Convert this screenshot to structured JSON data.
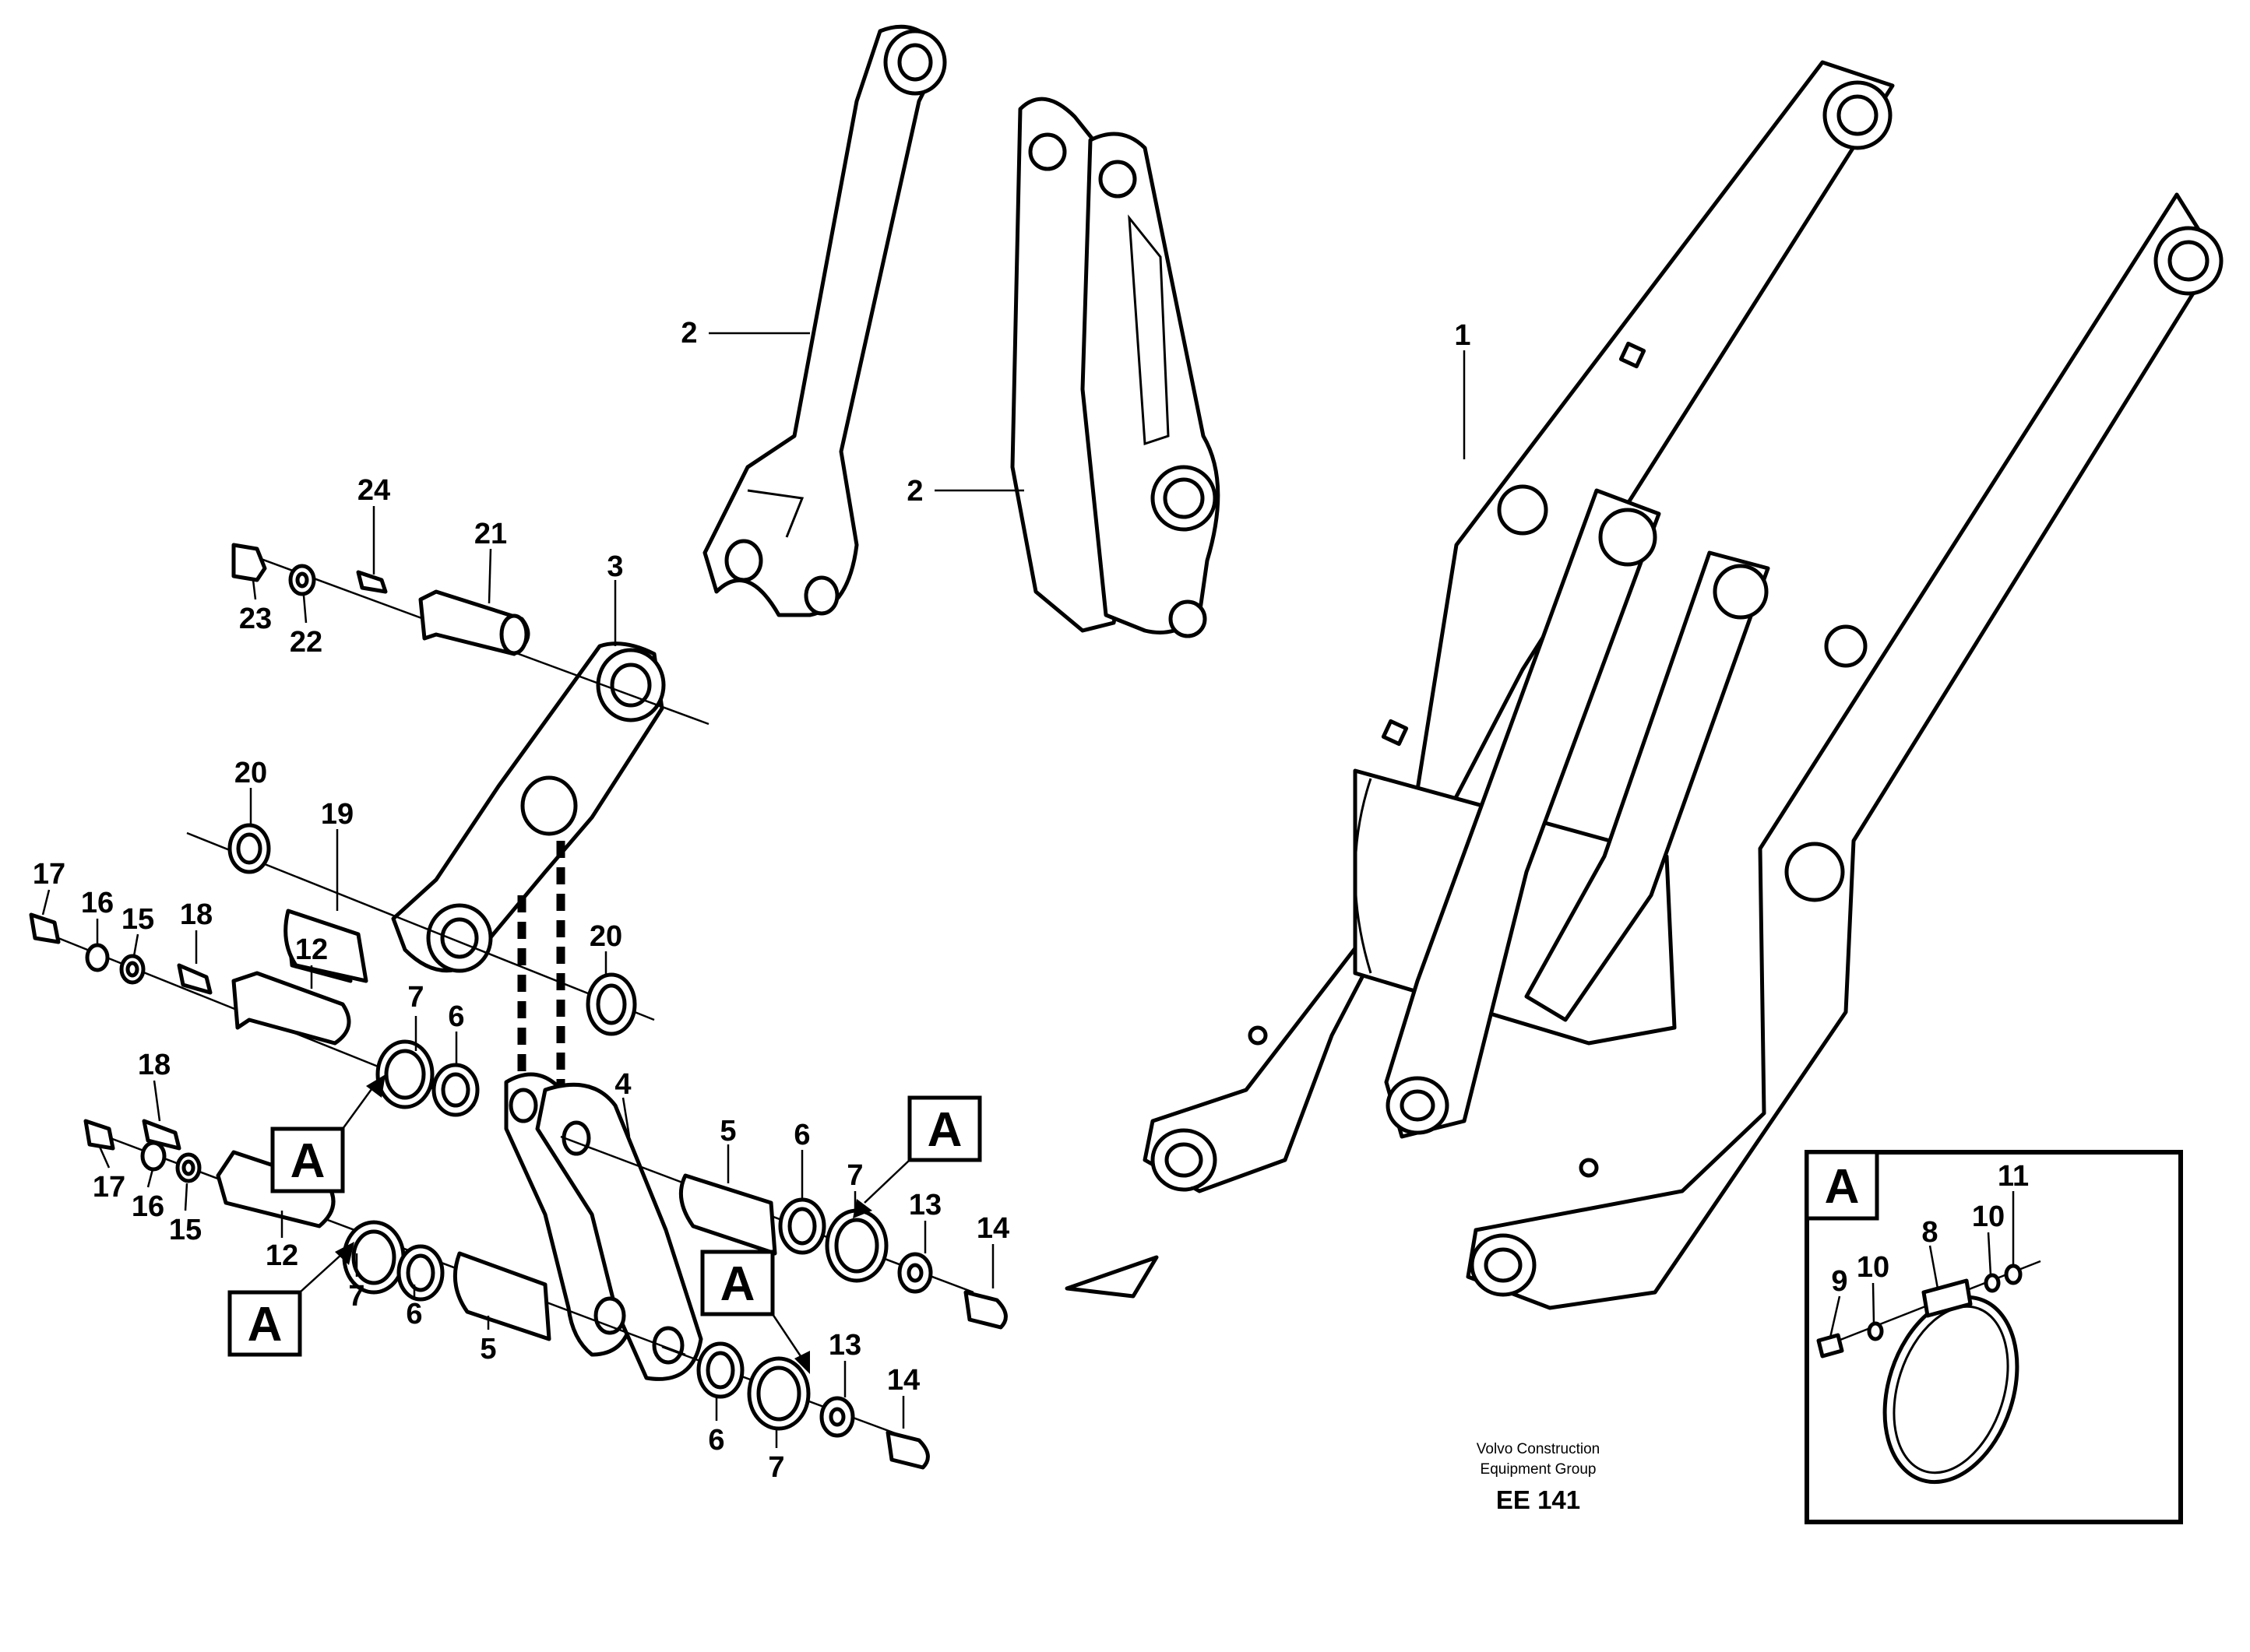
{
  "credit": {
    "line1": "Volvo Construction",
    "line2": "Equipment Group",
    "code": "EE 141"
  },
  "detail_box_label": "A",
  "callout_letter": "A",
  "labels": {
    "p1": "1",
    "p2a": "2",
    "p2b": "2",
    "p3": "3",
    "p4": "4",
    "p5a": "5",
    "p5b": "5",
    "p6a": "6",
    "p6b": "6",
    "p6c": "6",
    "p6d": "6",
    "p7a": "7",
    "p7b": "7",
    "p7c": "7",
    "p7d": "7",
    "p8": "8",
    "p9": "9",
    "p10a": "10",
    "p10b": "10",
    "p11": "11",
    "p12a": "12",
    "p12b": "12",
    "p13a": "13",
    "p13b": "13",
    "p14a": "14",
    "p14b": "14",
    "p15a": "15",
    "p15b": "15",
    "p16a": "16",
    "p16b": "16",
    "p17a": "17",
    "p17b": "17",
    "p18a": "18",
    "p18b": "18",
    "p19": "19",
    "p20a": "20",
    "p20b": "20",
    "p21": "21",
    "p22": "22",
    "p23": "23",
    "p24": "24"
  }
}
